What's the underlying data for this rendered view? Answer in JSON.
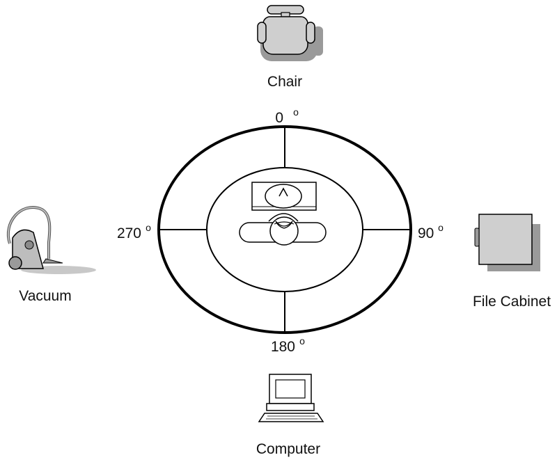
{
  "objects": {
    "chair": "Chair",
    "file_cabinet": "File Cabinet",
    "computer": "Computer",
    "vacuum": "Vacuum"
  },
  "angles": {
    "a0": "0",
    "a90": "90",
    "a180": "180",
    "a270": "270",
    "degree_symbol": "o"
  },
  "colors": {
    "stroke": "#000000",
    "shade": "#9a9a9a",
    "fill_light": "#cfcfcf",
    "fill_mid": "#bdbdbd"
  }
}
